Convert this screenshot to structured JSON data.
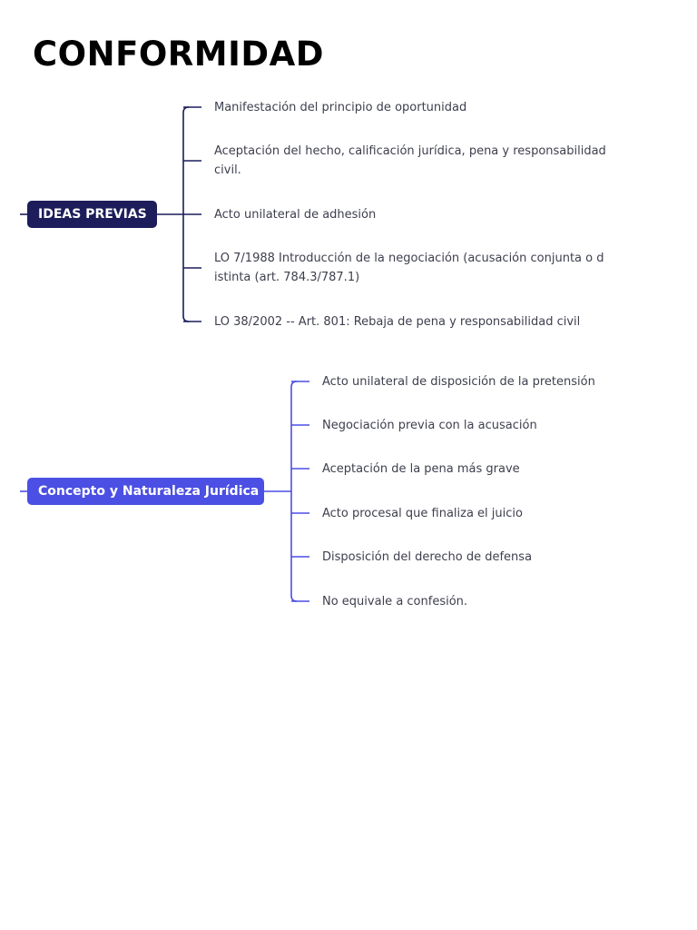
{
  "page": {
    "title": "CONFORMIDAD"
  },
  "colors": {
    "group1_node": "#1c1d5a",
    "group1_line": "#1c1d5a",
    "group2_node": "#4b4fe3",
    "group2_line": "#4b4fe3",
    "leaf_text": "#3d3f4d"
  },
  "groups": [
    {
      "label": "IDEAS PREVIAS",
      "items": [
        "Manifestación del principio de oportunidad",
        "Aceptación del hecho, calificación jurídica, pena y responsabilidad civil.",
        "Acto unilateral de adhesión",
        "LO 7/1988 Introducción de la negociación (acusación conjunta o distinta (art. 784.3/787.1)",
        "LO 38/2002 -- Art. 801: Rebaja de pena y responsabilidad civil"
      ]
    },
    {
      "label": "Concepto y Naturaleza Jurídica",
      "items": [
        "Acto unilateral de disposición de la pretensión",
        "Negociación previa con la acusación",
        "Aceptación de la pena más grave",
        "Acto procesal que finaliza el juicio",
        "Disposición del derecho de defensa",
        "No equivale a confesión."
      ]
    }
  ]
}
